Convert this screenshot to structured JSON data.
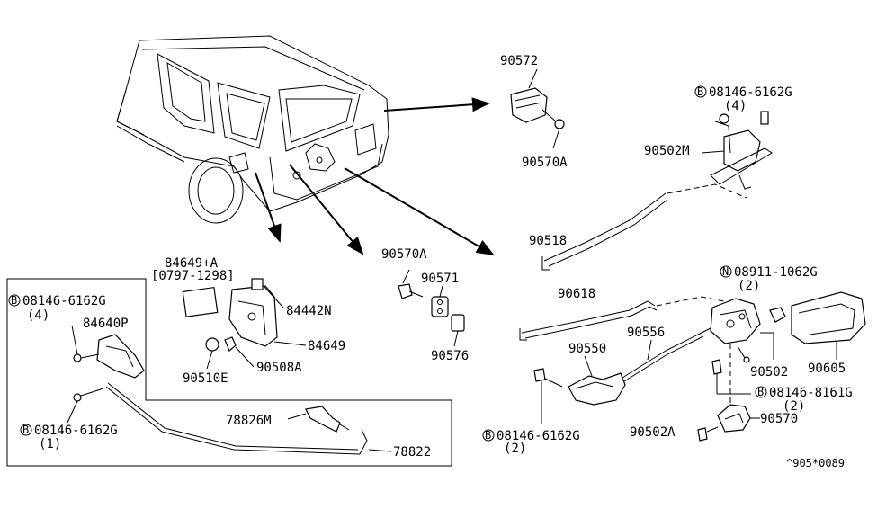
{
  "labels": {
    "p90572": "90572",
    "p90570A_top": "90570A",
    "bolt_top": "08146-6162G",
    "bolt_top_qty": "(4)",
    "p90502M": "90502M",
    "p90518": "90518",
    "p84649A": "84649+A",
    "p84649A_date": "[0797-1298]",
    "p84442N": "84442N",
    "p84649": "84649",
    "p90510E": "90510E",
    "p90508A": "90508A",
    "p90570A_mid": "90570A",
    "p90571": "90571",
    "p90576": "90576",
    "bolt_left_top": "08146-6162G",
    "bolt_left_top_qty": "(4)",
    "p84640P": "84640P",
    "bolt_left_bot": "08146-6162G",
    "bolt_left_bot_qty": "(1)",
    "p78826M": "78826M",
    "p78822": "78822",
    "nut_right": "08911-1062G",
    "nut_right_qty": "(2)",
    "p90618": "90618",
    "p90550": "90550",
    "p90556": "90556",
    "p90502": "90502",
    "p90605": "90605",
    "bolt_right_mid": "08146-8161G",
    "bolt_right_mid_qty": "(2)",
    "bolt_bottom": "08146-6162G",
    "bolt_bottom_qty": "(2)",
    "p90502A": "90502A",
    "p90570": "90570",
    "ref": "^905*0089"
  },
  "symbols": {
    "b": "B",
    "n": "N"
  }
}
